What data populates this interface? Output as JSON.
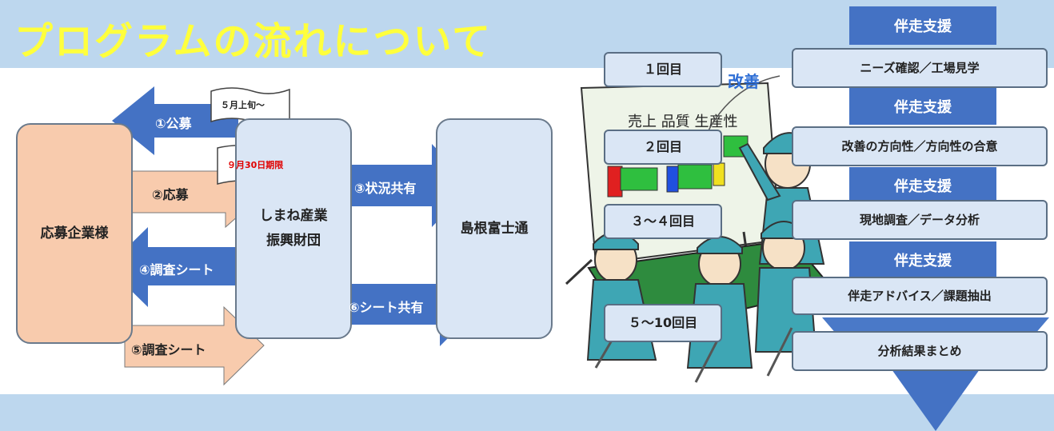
{
  "title": "プログラムの流れについて",
  "left_flow": {
    "applicant": "応募企業様",
    "foundation_line1": "しまね産業",
    "foundation_line2": "振興財団",
    "fujitsu": "島根富士通",
    "arrows": {
      "a1": "①公募",
      "a2": "②応募",
      "a3": "③状況共有",
      "a4": "④調査シート",
      "a5": "⑤調査シート",
      "a6": "⑥シート共有"
    },
    "notes": {
      "recruit_date": "５月上旬〜",
      "deadline": "９月30日期限"
    }
  },
  "right_flow": {
    "kaizen": "改善",
    "steps": [
      "１回目",
      "２回目",
      "３〜４回目",
      "５〜10回目"
    ],
    "support_label": "伴走支援",
    "activities": [
      "ニーズ確認／工場見学",
      "改善の方向性／方向性の合意",
      "現地調査／データ分析",
      "伴走アドバイス／課題抽出",
      "分析結果まとめ"
    ]
  },
  "colors": {
    "band": "#bdd7ee",
    "title": "#ffff3c",
    "blue_arrow": "#4472c4",
    "peach_arrow": "#f8cbad",
    "box_blue": "#dae6f5",
    "deadline_text": "#e00000"
  }
}
